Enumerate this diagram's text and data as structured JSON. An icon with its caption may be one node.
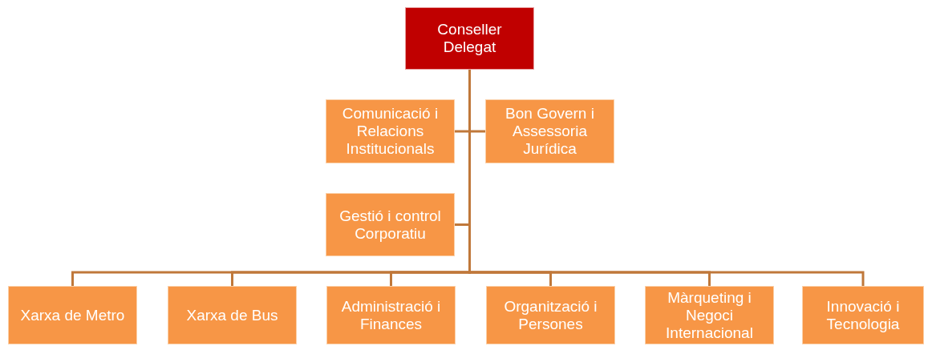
{
  "diagram": {
    "nodes": [
      {
        "text": [
          "Conseller Delegat"
        ]
      },
      {
        "text": [
          "Comunicació i Relacions Institucionals"
        ]
      },
      {
        "text": [
          "Bon Govern i Assessoria Jurídica"
        ]
      },
      {
        "text": [
          "Gestió i control Corporatiu"
        ]
      },
      {
        "text": [
          "Xarxa de Metro"
        ]
      },
      {
        "text": [
          "Xarxa de Bus"
        ]
      },
      {
        "text": [
          "Administració i Finances"
        ]
      },
      {
        "text": [
          "Organització i Persones"
        ]
      },
      {
        "text": [
          "Màrqueting i Negoci Internacional"
        ]
      },
      {
        "text": [
          "Innovació i Tecnologia"
        ]
      }
    ],
    "edges": [
      {
        "from": 0,
        "to": 1,
        "arrow": "none"
      },
      {
        "from": 0,
        "to": 2,
        "arrow": "none"
      },
      {
        "from": 0,
        "to": 3,
        "arrow": "none"
      },
      {
        "from": 0,
        "to": 4,
        "arrow": "none"
      },
      {
        "from": 0,
        "to": 5,
        "arrow": "none"
      },
      {
        "from": 0,
        "to": 6,
        "arrow": "none"
      },
      {
        "from": 0,
        "to": 7,
        "arrow": "none"
      },
      {
        "from": 0,
        "to": 8,
        "arrow": "none"
      },
      {
        "from": 0,
        "to": 9,
        "arrow": "none"
      }
    ]
  }
}
